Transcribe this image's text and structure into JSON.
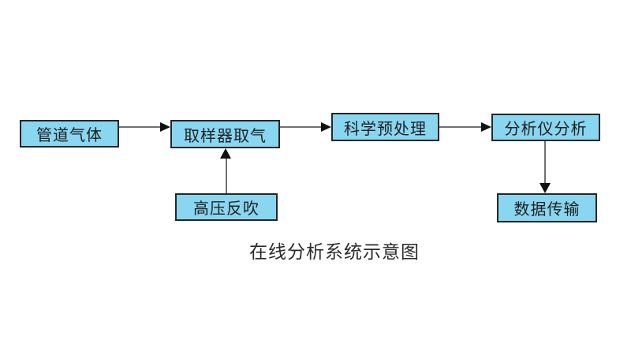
{
  "diagram": {
    "caption": "在线分析系统示意图",
    "nodes": [
      {
        "id": "pipeline-gas",
        "label": "管道气体"
      },
      {
        "id": "sampler-gas-intake",
        "label": "取样器取气"
      },
      {
        "id": "scientific-pretreatment",
        "label": "科学预处理"
      },
      {
        "id": "analyzer-analysis",
        "label": "分析仪分析"
      },
      {
        "id": "data-transmission",
        "label": "数据传输"
      },
      {
        "id": "high-pressure-blowback",
        "label": "高压反吹"
      }
    ],
    "edges": [
      {
        "from": "pipeline-gas",
        "to": "sampler-gas-intake",
        "direction": "right"
      },
      {
        "from": "sampler-gas-intake",
        "to": "scientific-pretreatment",
        "direction": "right"
      },
      {
        "from": "scientific-pretreatment",
        "to": "analyzer-analysis",
        "direction": "right"
      },
      {
        "from": "analyzer-analysis",
        "to": "data-transmission",
        "direction": "down"
      },
      {
        "from": "high-pressure-blowback",
        "to": "sampler-gas-intake",
        "direction": "up"
      }
    ],
    "colors": {
      "background": "#ffffff",
      "box_fill": "#89d6f0",
      "box_border": "#262626",
      "connector_line": "#707070",
      "arrowhead": "#111111",
      "text": "#1f1f1f"
    }
  }
}
